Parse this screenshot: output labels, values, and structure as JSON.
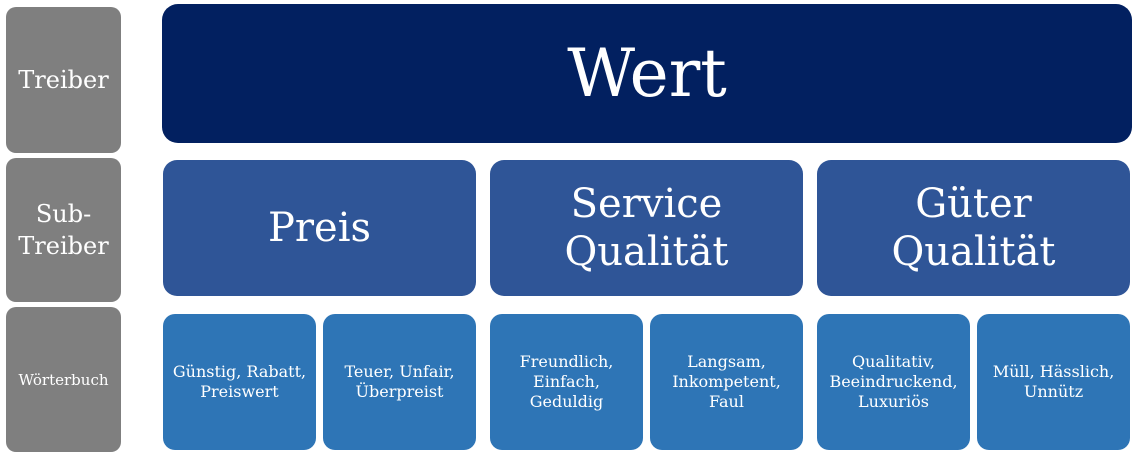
{
  "side_labels": {
    "driver": "Treiber",
    "sub_driver": "Sub-\nTreiber",
    "dictionary": "Wörterbuch"
  },
  "top": {
    "label": "Wert"
  },
  "sub_drivers": [
    {
      "label": "Preis"
    },
    {
      "label": "Service\nQualität"
    },
    {
      "label": "Güter\nQualität"
    }
  ],
  "dictionary_items": [
    {
      "label": "Günstig, Rabatt,\nPreiswert"
    },
    {
      "label": "Teuer, Unfair,\nÜberpreist"
    },
    {
      "label": "Freundlich,\nEinfach,\nGeduldig"
    },
    {
      "label": "Langsam,\nInkompetent,\nFaul"
    },
    {
      "label": "Qualitativ,\nBeeindruckend,\nLuxuriös"
    },
    {
      "label": "Müll, Hässlich,\nUnnütz"
    }
  ],
  "colors": {
    "side": "#7f7f7f",
    "top": "#022060",
    "sub": "#2f5597",
    "leaf": "#2e75b6"
  }
}
